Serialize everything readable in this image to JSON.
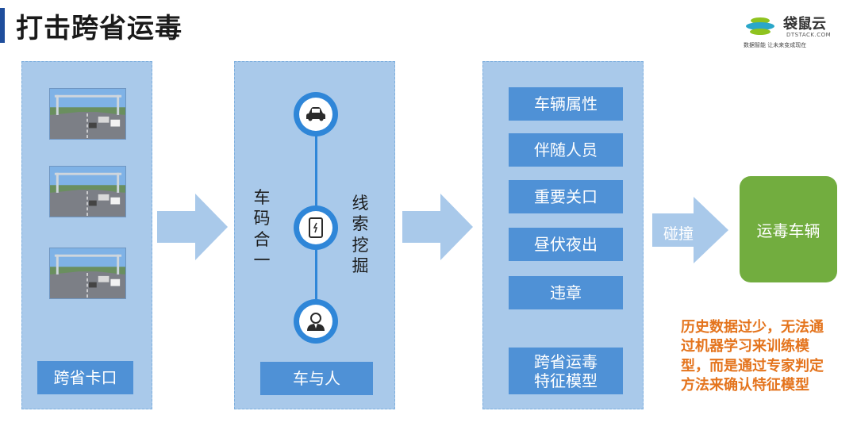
{
  "title": "打击跨省运毒",
  "logo": {
    "brand": "袋鼠云",
    "brand_en": "DTSTACK.COM",
    "slogan": "数据智能 让未来变成现在"
  },
  "stage1": {
    "label": "跨省卡口"
  },
  "stage2": {
    "label": "车与人",
    "left_text": "车码合一",
    "right_text": "线索挖掘"
  },
  "stage3": {
    "items": [
      "车辆属性",
      "伴随人员",
      "重要关口",
      "昼伏夜出",
      "违章"
    ],
    "model": [
      "跨省运毒",
      "特征模型"
    ]
  },
  "collide": {
    "label": "碰撞"
  },
  "result": {
    "label": "运毒车辆"
  },
  "note": "历史数据过少，无法通过机器学习来训练模型，而是通过专家判定方法来确认特征模型",
  "colors": {
    "panel": "#a9c9ea",
    "button": "#4f91d6",
    "node": "#2f86d8",
    "result": "#72ad3f",
    "note": "#e4741d"
  }
}
